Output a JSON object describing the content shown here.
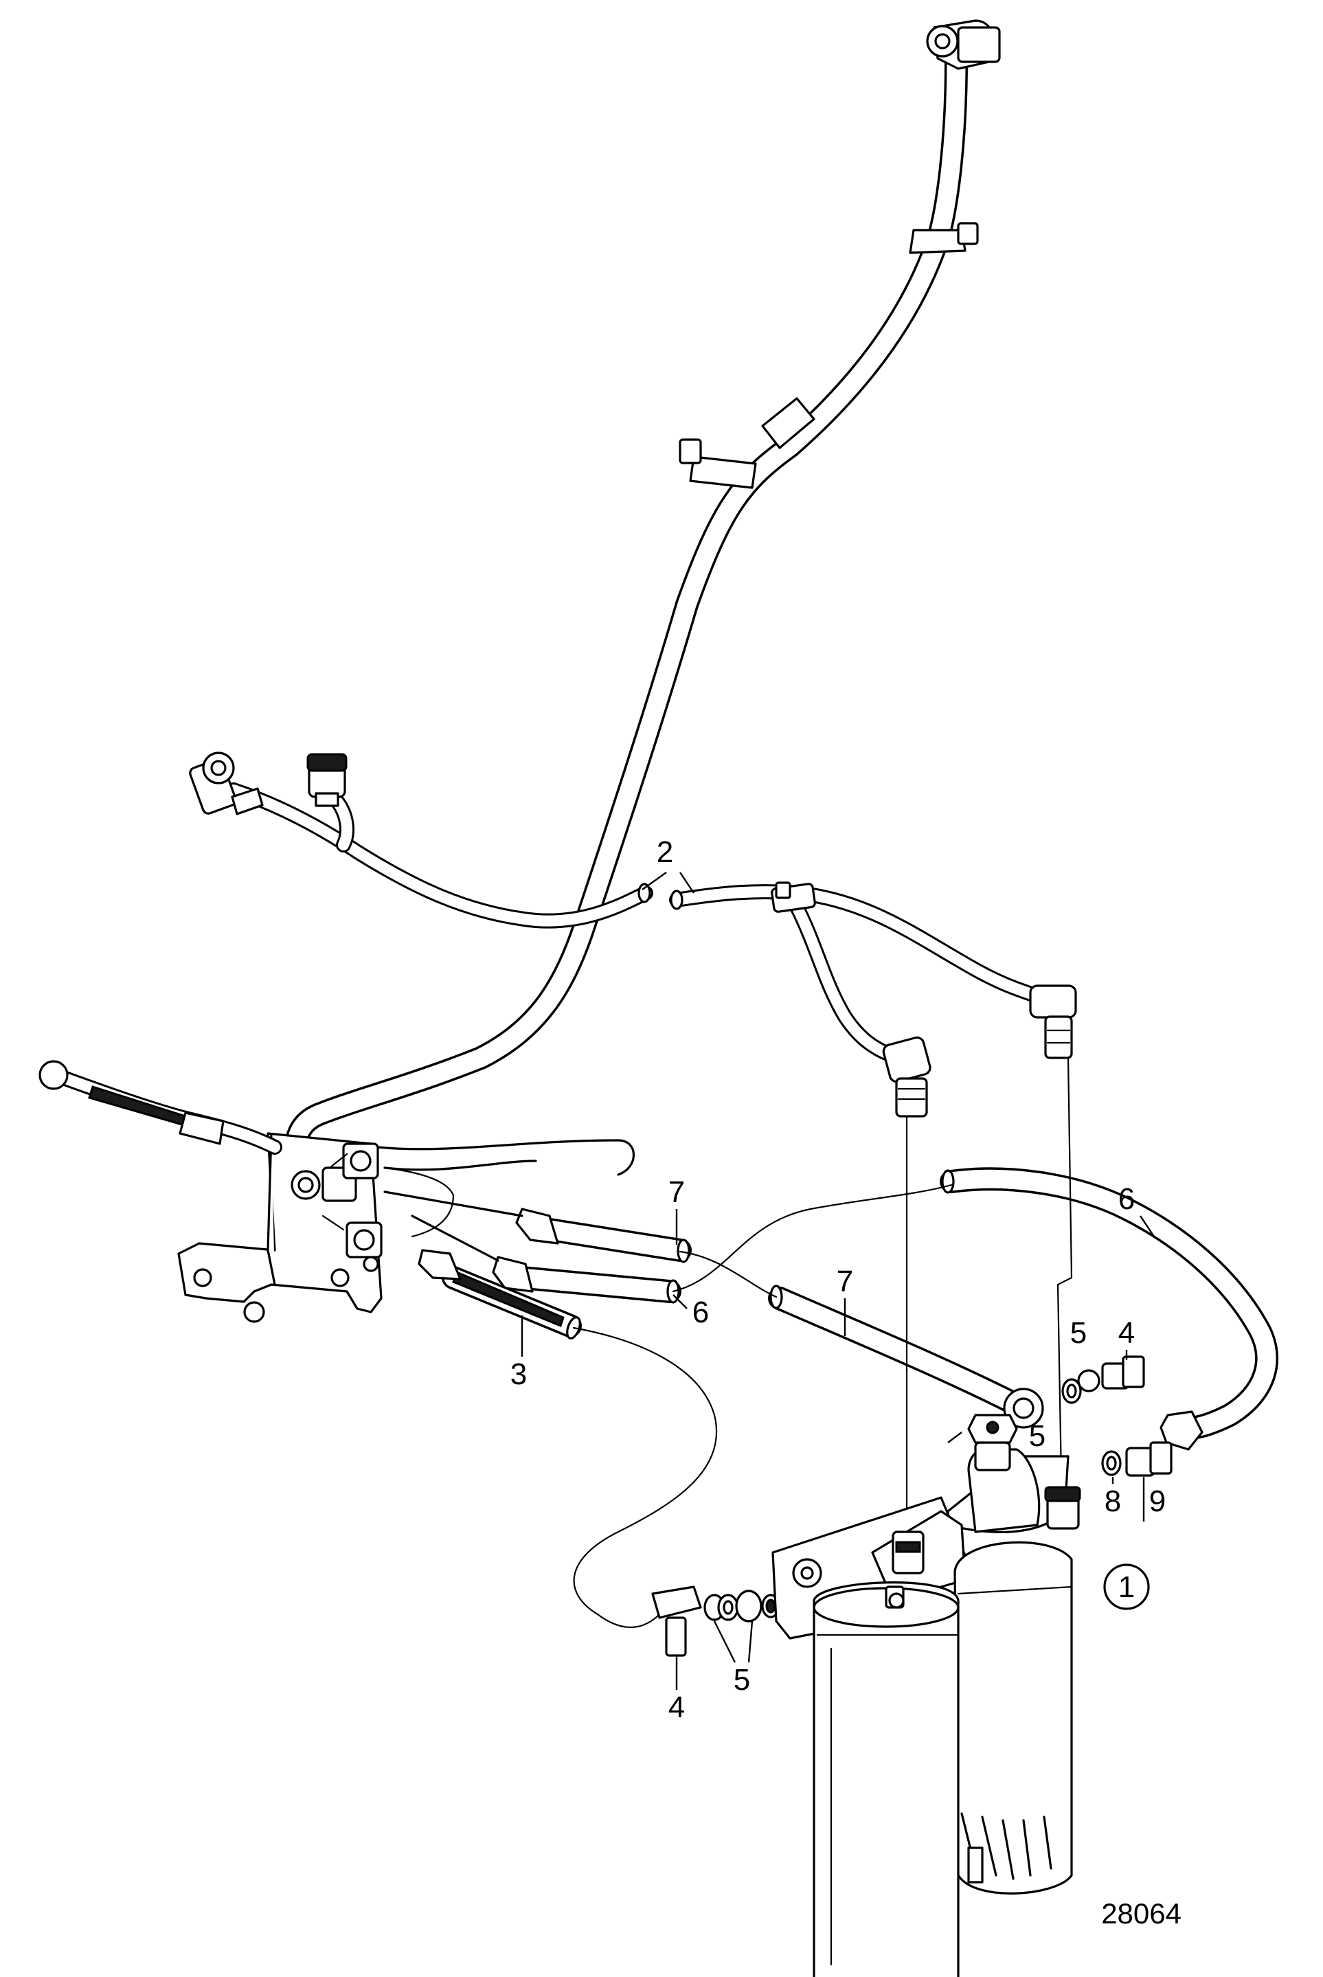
{
  "figure_number": "28064",
  "view_marker": "1",
  "callouts": {
    "c2": "2",
    "c3": "3",
    "c4a": "4",
    "c4b": "4",
    "c5a": "5",
    "c5b": "5",
    "c5c": "5",
    "c6a": "6",
    "c6b": "6",
    "c7a": "7",
    "c7b": "7",
    "c8": "8",
    "c9": "9"
  }
}
